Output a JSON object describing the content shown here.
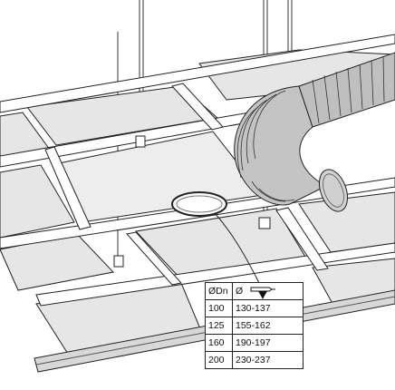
{
  "table": {
    "headers": {
      "diameter": "ØDn",
      "hole": "Ø"
    },
    "rows": [
      {
        "dn": "100",
        "range": "130-137"
      },
      {
        "dn": "125",
        "range": "155-162"
      },
      {
        "dn": "160",
        "range": "190-197"
      },
      {
        "dn": "200",
        "range": "230-237"
      }
    ]
  },
  "icons": {
    "cutter": "hole-saw-icon",
    "hose": "flexible-duct-icon"
  },
  "colors": {
    "line": "#222222",
    "panel": "#e8e8e8",
    "duct": "#bdbdbd",
    "background": "#ffffff"
  }
}
